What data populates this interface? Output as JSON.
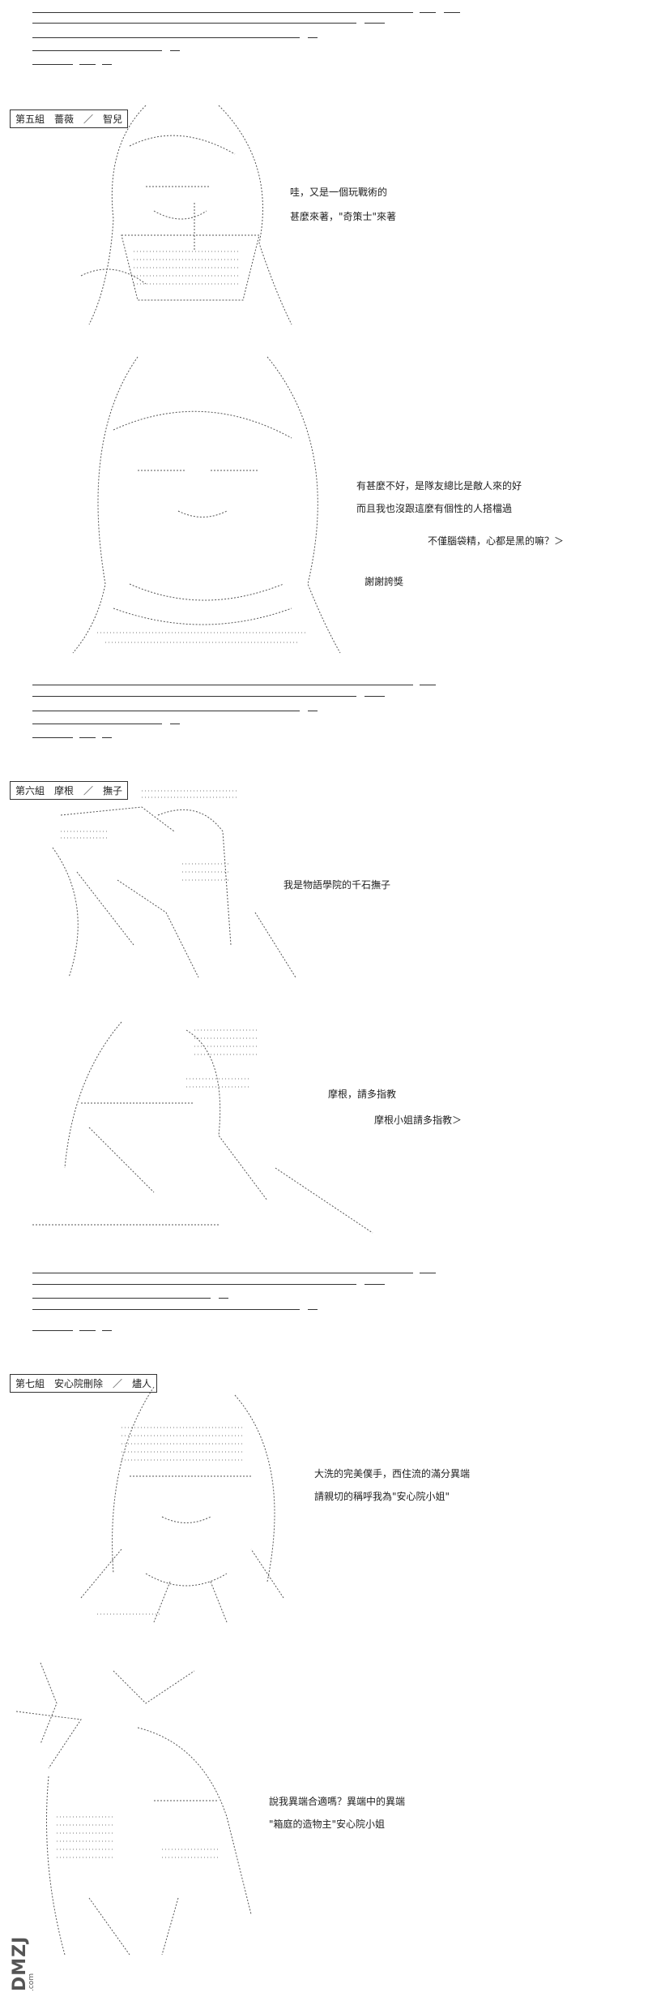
{
  "sections": [
    {
      "label": "第五組　薔薇　／　智兒",
      "lines": [
        "哇，又是一個玩戰術的",
        "甚麼來著，\"奇策士\"來著",
        "有甚麼不好，是隊友總比是敵人來的好",
        "而且我也沒跟這麼有個性的人搭檔過",
        "不僅腦袋精，心都是黑的嘛？＞",
        "謝謝誇獎"
      ]
    },
    {
      "label": "第六組　摩根　／　撫子",
      "lines": [
        "我是物語學院的千石撫子",
        "摩根，請多指教",
        "摩根小姐請多指教＞"
      ]
    },
    {
      "label": "第七組　安心院刪除　／　燼人",
      "lines": [
        "大洗的完美僕手，西住流的滿分異端",
        "請親切的稱呼我為\"安心院小姐\"",
        "說我異端合適嗎？異端中的異端",
        "\"箱庭的造物主\"安心院小姐"
      ]
    }
  ],
  "watermark": {
    "logo": "DMZJ",
    "sub": ".com"
  }
}
